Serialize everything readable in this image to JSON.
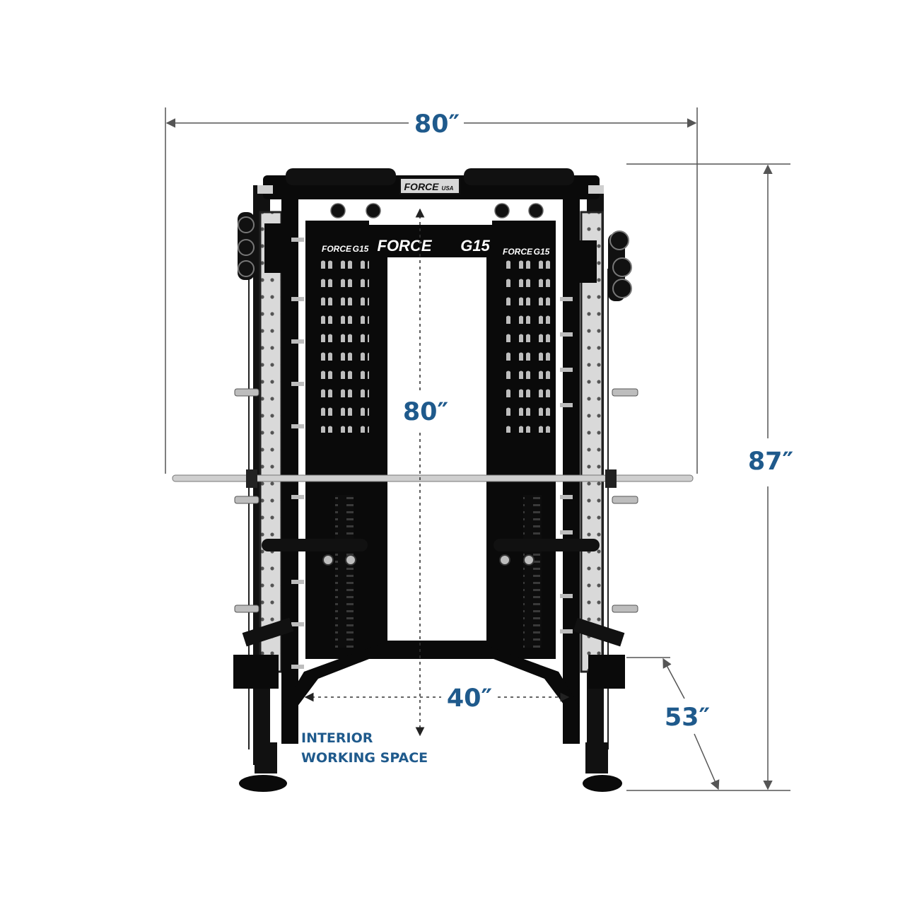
{
  "dimensions": {
    "overall_width": "80″",
    "interior_height": "80″",
    "overall_height": "87″",
    "interior_width": "40″",
    "depth": "53″"
  },
  "annotation": {
    "line1": "INTERIOR",
    "line2": "WORKING SPACE"
  },
  "branding": {
    "top_plate": "FORCE",
    "top_plate_suffix": "USA",
    "center_logo": "FORCE",
    "center_model": "G15",
    "side_logo": "FORCE",
    "side_model": "G15"
  },
  "colors": {
    "dimension": "#1f5a8c",
    "frame": "#0a0a0a",
    "steel": "#c9c9c9",
    "guide": "#444444"
  }
}
